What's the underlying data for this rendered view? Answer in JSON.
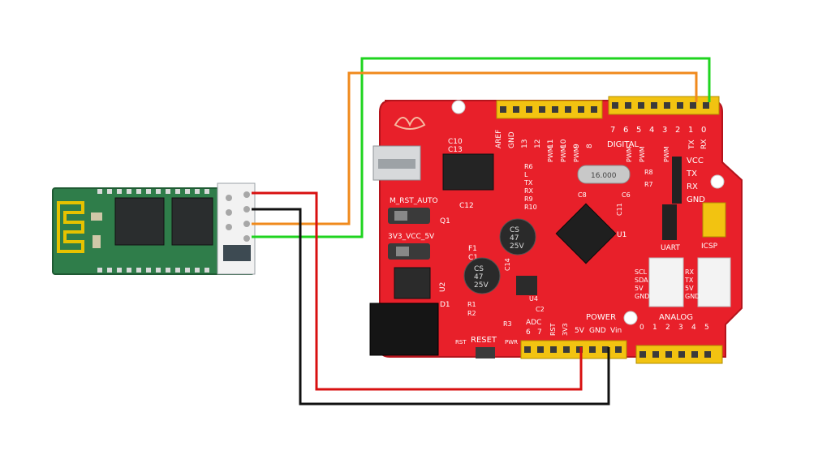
{
  "colors": {
    "background": "#ffffff",
    "board": "#e8202a",
    "header": "#f2c311",
    "wire_green": "#1fd41f",
    "wire_orange": "#f08a1c",
    "wire_red": "#d81010",
    "wire_black": "#111111",
    "bt_pcb": "#2f7d4a"
  },
  "board": {
    "top_header_group1": [
      "AREF",
      "GND",
      "13",
      "12",
      "11",
      "10",
      "9",
      "8"
    ],
    "top_header_group2": [
      "7",
      "6",
      "5",
      "4",
      "3",
      "2",
      "1",
      "0"
    ],
    "digital_label": "DIGITAL",
    "tx_label": "TX",
    "rx_label": "RX",
    "pwm_label": "PWM",
    "uart_pins": [
      "VCC",
      "TX",
      "RX",
      "GND"
    ],
    "uart_label": "UART",
    "icsp_label": "ICSP",
    "m_rst_auto": "M_RST_AUTO",
    "v_switch": "3V3_VCC_5V",
    "reset_label": "RESET",
    "pwr_label": "PWR",
    "rst_label": "RST",
    "power_label": "POWER",
    "power_pins": [
      "RST",
      "3V3",
      "5V",
      "GND",
      "Vin"
    ],
    "adc_label": "ADC",
    "adc_pins": [
      "6",
      "7"
    ],
    "analog_label": "ANALOG",
    "analog_pins": [
      "0",
      "1",
      "2",
      "3",
      "4",
      "5"
    ],
    "i2c_pins": [
      "SCL",
      "SDA",
      "5V",
      "GND"
    ],
    "uart2_pins": [
      "RX",
      "TX",
      "5V",
      "GND"
    ],
    "crystal": "16.000",
    "cap1": [
      "CS",
      "47",
      "25V"
    ],
    "cap2": [
      "CS",
      "47",
      "25V"
    ],
    "components": {
      "c10": "C10",
      "c13": "C13",
      "c12": "C12",
      "q1": "Q1",
      "f1": "F1",
      "c1": "C1",
      "c14": "C14",
      "c8": "C8",
      "c6": "C6",
      "c11": "C11",
      "r8": "R8",
      "r7": "R7",
      "u1": "U1",
      "u2": "U2",
      "u4": "U4",
      "d1": "D1",
      "r1": "R1",
      "r2": "R2",
      "c2": "C2",
      "r3": "R3",
      "r6": "R6",
      "r9": "R9",
      "r10": "R10",
      "l": "L",
      "tx": "TX",
      "rx": "RX"
    }
  }
}
